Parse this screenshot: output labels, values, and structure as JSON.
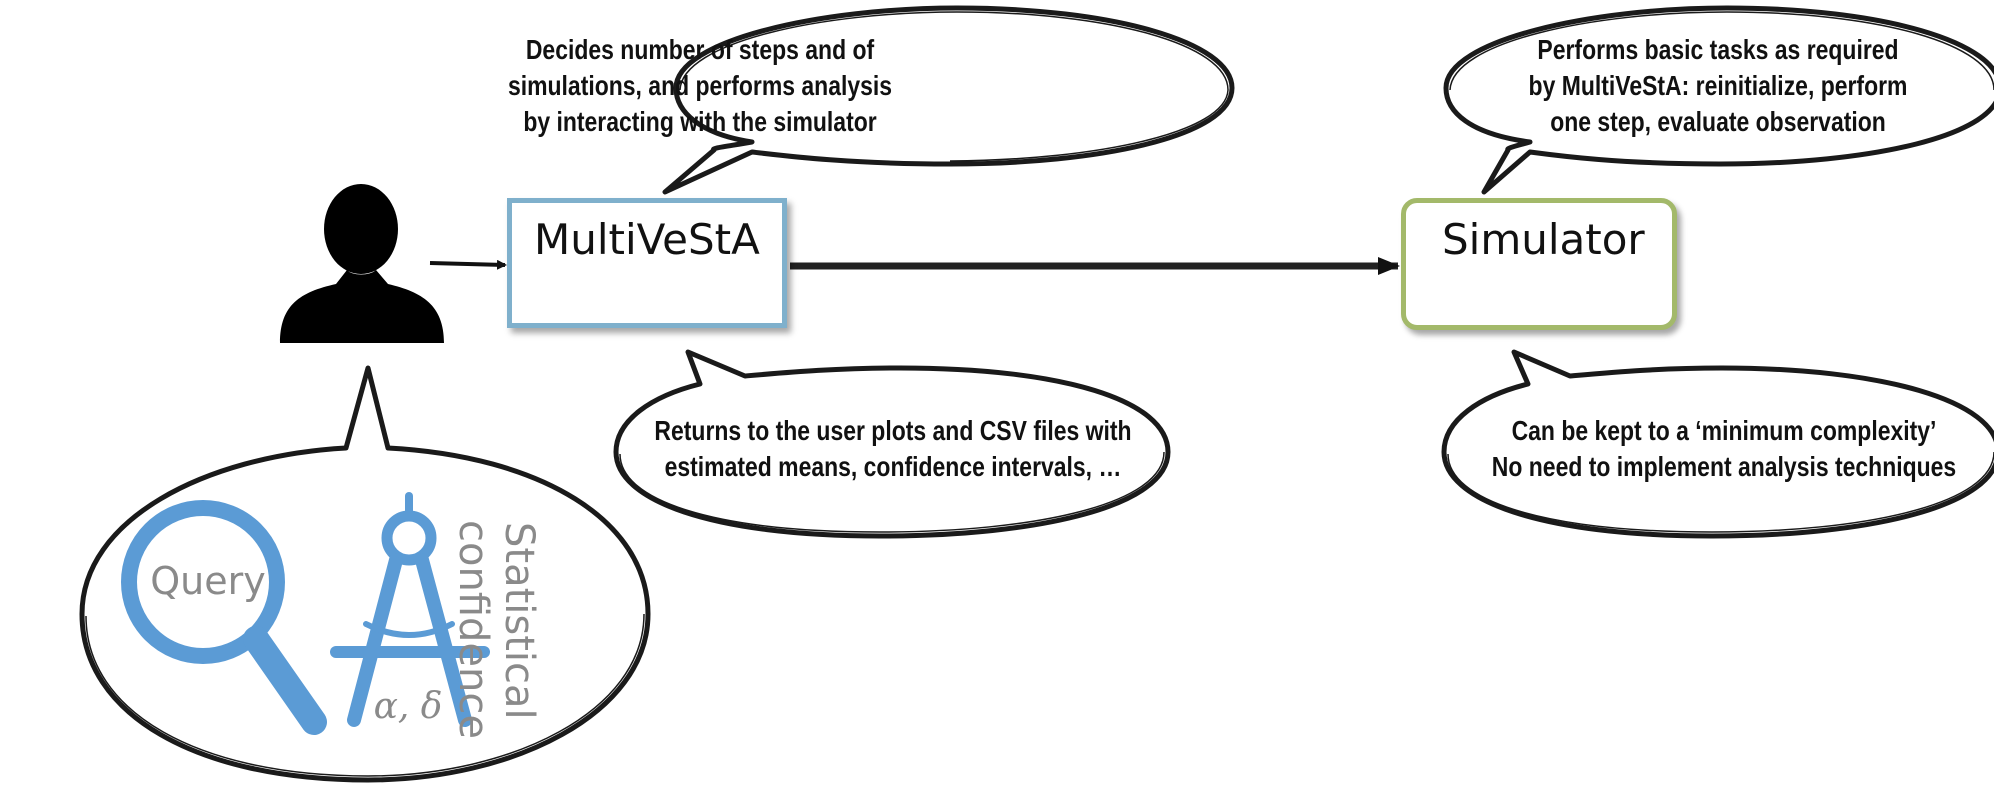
{
  "multivesta": {
    "label": "MultiVeStA"
  },
  "simulator": {
    "label": "Simulator"
  },
  "bubbles": {
    "multivesta_top": [
      "Decides number of steps and of",
      "simulations, and performs analysis",
      "by interacting with the simulator"
    ],
    "multivesta_bottom": [
      "Returns to the user plots and CSV files with",
      "estimated means, confidence intervals, …"
    ],
    "simulator_top": [
      "Performs basic tasks as required",
      "by MultiVeStA: reinitialize, perform",
      "one step, evaluate observation"
    ],
    "simulator_bottom": [
      "Can be kept to a ‘minimum complexity’",
      "No need to implement analysis techniques"
    ]
  },
  "user_bubble": {
    "query_label": "Query",
    "statistical_label": "Statistical",
    "confidence_label": "confidence",
    "params_label": "α, δ"
  },
  "colors": {
    "multivesta_border": "#7fb0cc",
    "simulator_border": "#a3b96a",
    "icon_blue": "#5b9bd5",
    "icon_text_gray": "#8a8a8a"
  },
  "icons": [
    "user-silhouette-icon",
    "magnifier-icon",
    "compass-icon"
  ]
}
